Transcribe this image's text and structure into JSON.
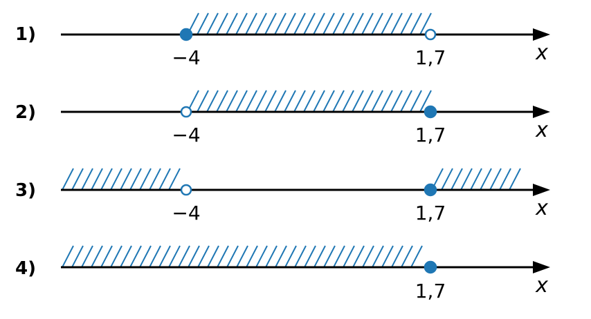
{
  "options": [
    {
      "label": "1)",
      "points": [
        {
          "label": "−4",
          "filled": true
        },
        {
          "label": "1,7",
          "filled": false
        }
      ],
      "shaded": "between",
      "axis_variable": "x"
    },
    {
      "label": "2)",
      "points": [
        {
          "label": "−4",
          "filled": false
        },
        {
          "label": "1,7",
          "filled": true
        }
      ],
      "shaded": "between",
      "axis_variable": "x"
    },
    {
      "label": "3)",
      "points": [
        {
          "label": "−4",
          "filled": false
        },
        {
          "label": "1,7",
          "filled": true
        }
      ],
      "shaded": "outside",
      "axis_variable": "x"
    },
    {
      "label": "4)",
      "points": [
        {
          "label": "1,7",
          "filled": true
        }
      ],
      "shaded": "left",
      "axis_variable": "x"
    }
  ],
  "colors": {
    "accent": "#1f77b4",
    "axis": "#000000"
  }
}
